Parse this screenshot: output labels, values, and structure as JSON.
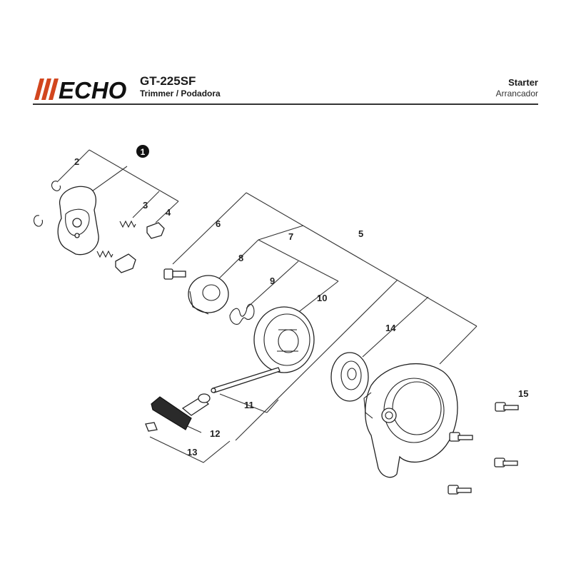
{
  "brand": {
    "logo_text": "ECHO",
    "accent_color": "#d2461e"
  },
  "header": {
    "model": "GT-225SF",
    "subtitle": "Trimmer / Podadora",
    "section_en": "Starter",
    "section_es": "Arrancador"
  },
  "callouts": {
    "c1": "1",
    "c2": "2",
    "c3": "3",
    "c4": "4",
    "c5": "5",
    "c6": "6",
    "c7": "7",
    "c8": "8",
    "c9": "9",
    "c10": "10",
    "c11": "11",
    "c12": "12",
    "c13": "13",
    "c14": "14",
    "c15": "15"
  }
}
